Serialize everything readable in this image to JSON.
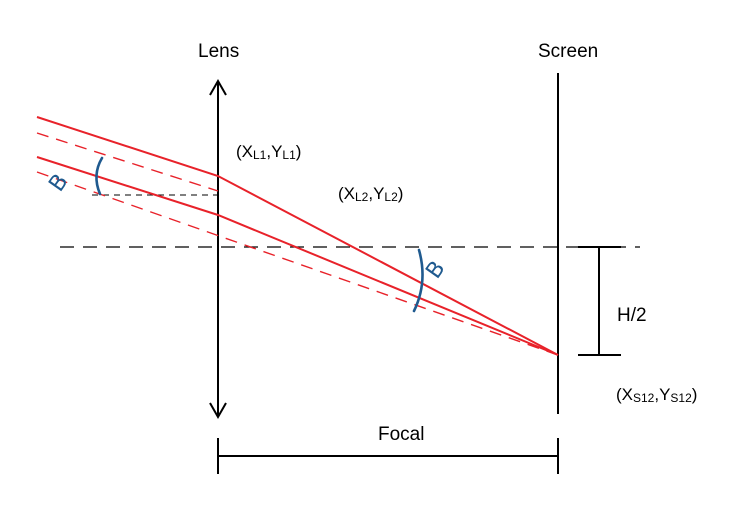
{
  "labels": {
    "lens": "Lens",
    "screen": "Screen",
    "focal": "Focal",
    "half_height": "H/2",
    "point_l1": {
      "open": "(X",
      "x_sub": "L1",
      "comma": ",Y",
      "y_sub": "L1",
      "close": ")"
    },
    "point_l2": {
      "open": "(X",
      "x_sub": "L2",
      "comma": ",Y",
      "y_sub": "L2",
      "close": ")"
    },
    "point_s12": {
      "open": "(X",
      "x_sub": "S12",
      "comma": ",Y",
      "y_sub": "S12",
      "close": ")"
    },
    "angle_left": "B",
    "angle_right": "B"
  },
  "colors": {
    "ink": "#000000",
    "ray": "#e8222a",
    "annotation": "#1f5a8f",
    "background": "#ffffff"
  }
}
